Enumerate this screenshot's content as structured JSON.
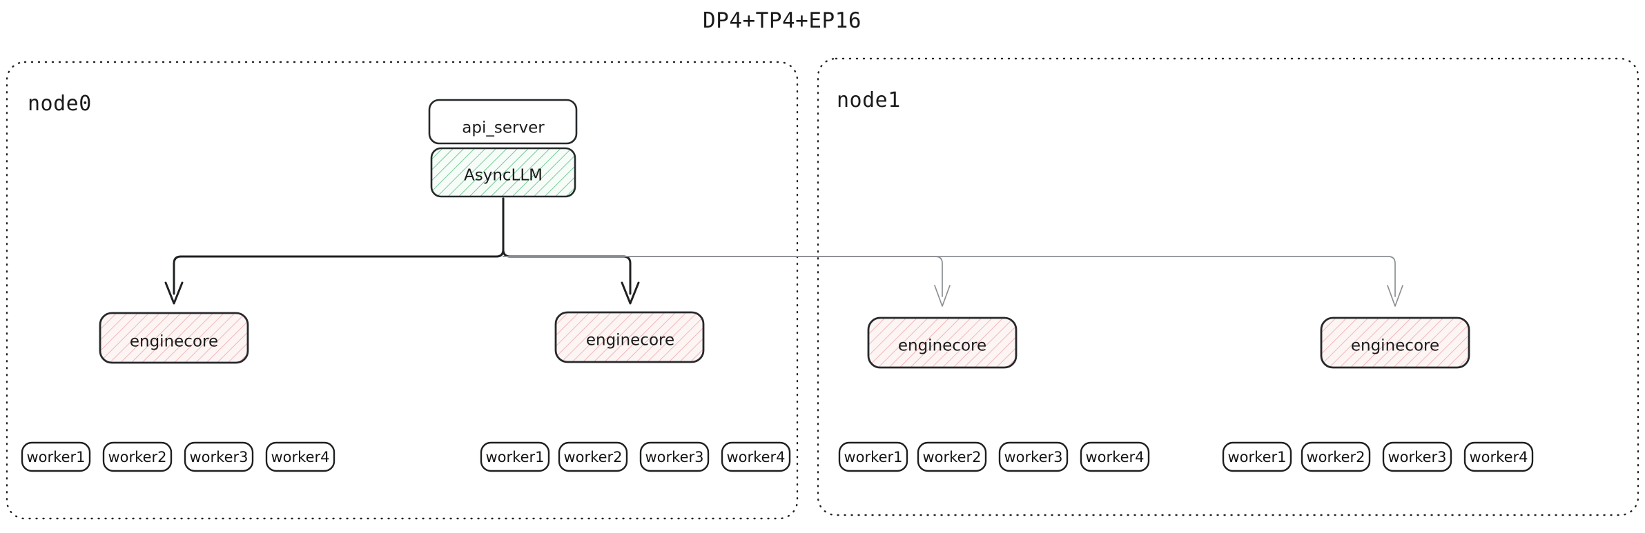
{
  "title": "DP4+TP4+EP16",
  "colors": {
    "background": "#ffffff",
    "frame_stroke": "#222222",
    "box_stroke": "#26292b",
    "text": "#1b1b1b",
    "green_hatch": "#4caf72",
    "green_fill": "#f3fbf5",
    "pink_hatch": "#e8a3a3",
    "pink_fill": "#fdf2f3",
    "edge_dark": "#1e2022",
    "edge_light": "#8c8f92"
  },
  "nodes": [
    {
      "id": "node0",
      "label": "node0",
      "top_boxes": [
        {
          "id": "api_server",
          "label": "api_server",
          "style": "plain"
        },
        {
          "id": "async_llm",
          "label": "AsyncLLM",
          "style": "green-hatched"
        }
      ],
      "enginecores": [
        {
          "id": "node0-enginecore-0",
          "label": "enginecore",
          "style": "pink-hatched"
        },
        {
          "id": "node0-enginecore-1",
          "label": "enginecore",
          "style": "pink-hatched"
        }
      ],
      "worker_groups": [
        {
          "id": "node0-workers-0",
          "workers": [
            "worker1",
            "worker2",
            "worker3",
            "worker4"
          ]
        },
        {
          "id": "node0-workers-1",
          "workers": [
            "worker1",
            "worker2",
            "worker3",
            "worker4"
          ]
        }
      ]
    },
    {
      "id": "node1",
      "label": "node1",
      "top_boxes": [],
      "enginecores": [
        {
          "id": "node1-enginecore-0",
          "label": "enginecore",
          "style": "pink-hatched"
        },
        {
          "id": "node1-enginecore-1",
          "label": "enginecore",
          "style": "pink-hatched"
        }
      ],
      "worker_groups": [
        {
          "id": "node1-workers-0",
          "workers": [
            "worker1",
            "worker2",
            "worker3",
            "worker4"
          ]
        },
        {
          "id": "node1-workers-1",
          "workers": [
            "worker1",
            "worker2",
            "worker3",
            "worker4"
          ]
        }
      ]
    }
  ],
  "edges": [
    {
      "from": "async_llm",
      "to": "node0-enginecore-0",
      "weight": "dark"
    },
    {
      "from": "async_llm",
      "to": "node0-enginecore-1",
      "weight": "dark"
    },
    {
      "from": "async_llm",
      "to": "node1-enginecore-0",
      "weight": "light"
    },
    {
      "from": "async_llm",
      "to": "node1-enginecore-1",
      "weight": "light"
    }
  ]
}
